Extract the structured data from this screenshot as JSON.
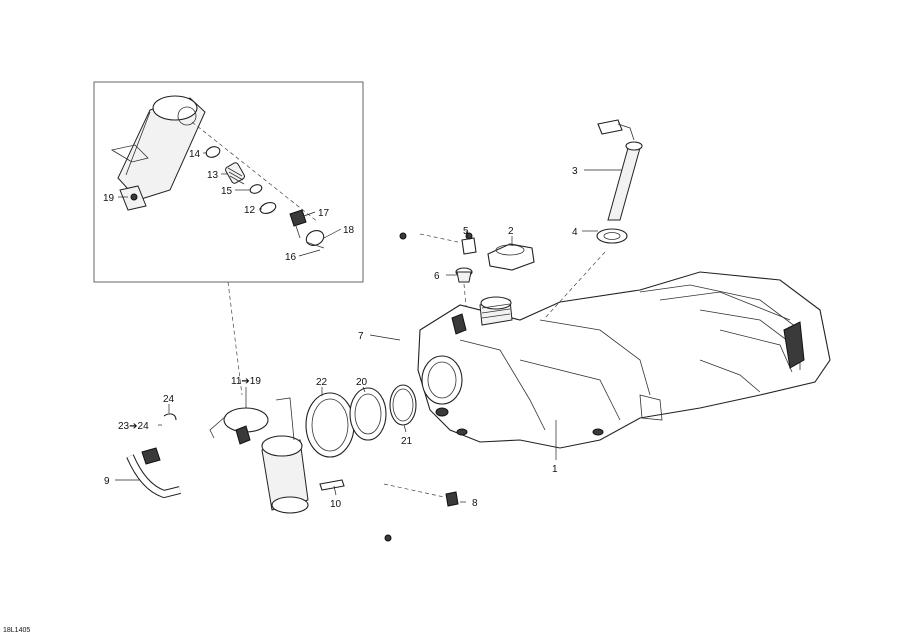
{
  "callouts": {
    "c1": "1",
    "c2": "2",
    "c3": "3",
    "c4": "4",
    "c5": "5",
    "c6": "6",
    "c7": "7",
    "c8": "8",
    "c9": "9",
    "c10": "10",
    "c11_19": "11➔19",
    "c12": "12",
    "c13": "13",
    "c14": "14",
    "c15": "15",
    "c16": "16",
    "c17": "17",
    "c18": "18",
    "c19": "19",
    "c20": "20",
    "c21": "21",
    "c22": "22",
    "c23_24": "23➔24",
    "c24": "24"
  },
  "drawing_code": "18L1405"
}
